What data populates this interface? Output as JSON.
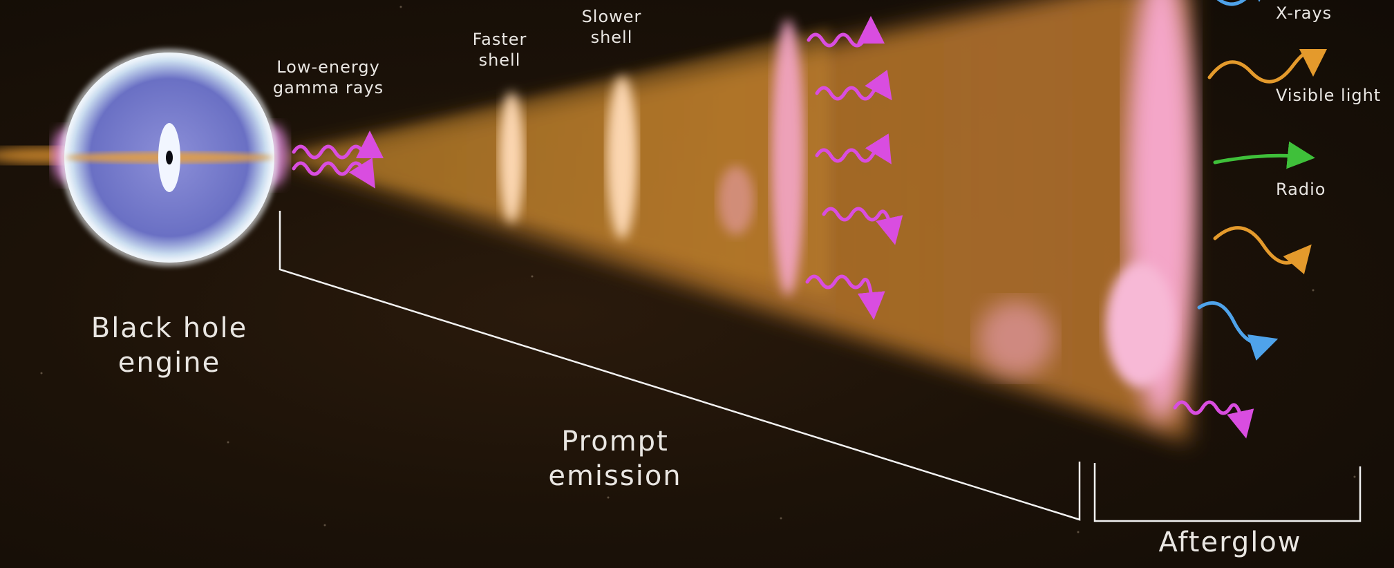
{
  "labels": {
    "low_energy_line1": "Low-energy",
    "low_energy_line2": "gamma rays",
    "faster_line1": "Faster",
    "faster_line2": "shell",
    "slower_line1": "Slower",
    "slower_line2": "shell",
    "black_hole_line1": "Black hole",
    "black_hole_line2": "engine",
    "prompt_line1": "Prompt",
    "prompt_line2": "emission",
    "afterglow": "Afterglow",
    "xrays": "X-rays",
    "visible": "Visible light",
    "radio": "Radio"
  },
  "colors": {
    "gamma": "#d94de0",
    "xray": "#4fa3ea",
    "visible": "#e49a2c",
    "radio": "#3fc03a",
    "jet": "#d9902e",
    "shock": "#f4a6c8"
  }
}
